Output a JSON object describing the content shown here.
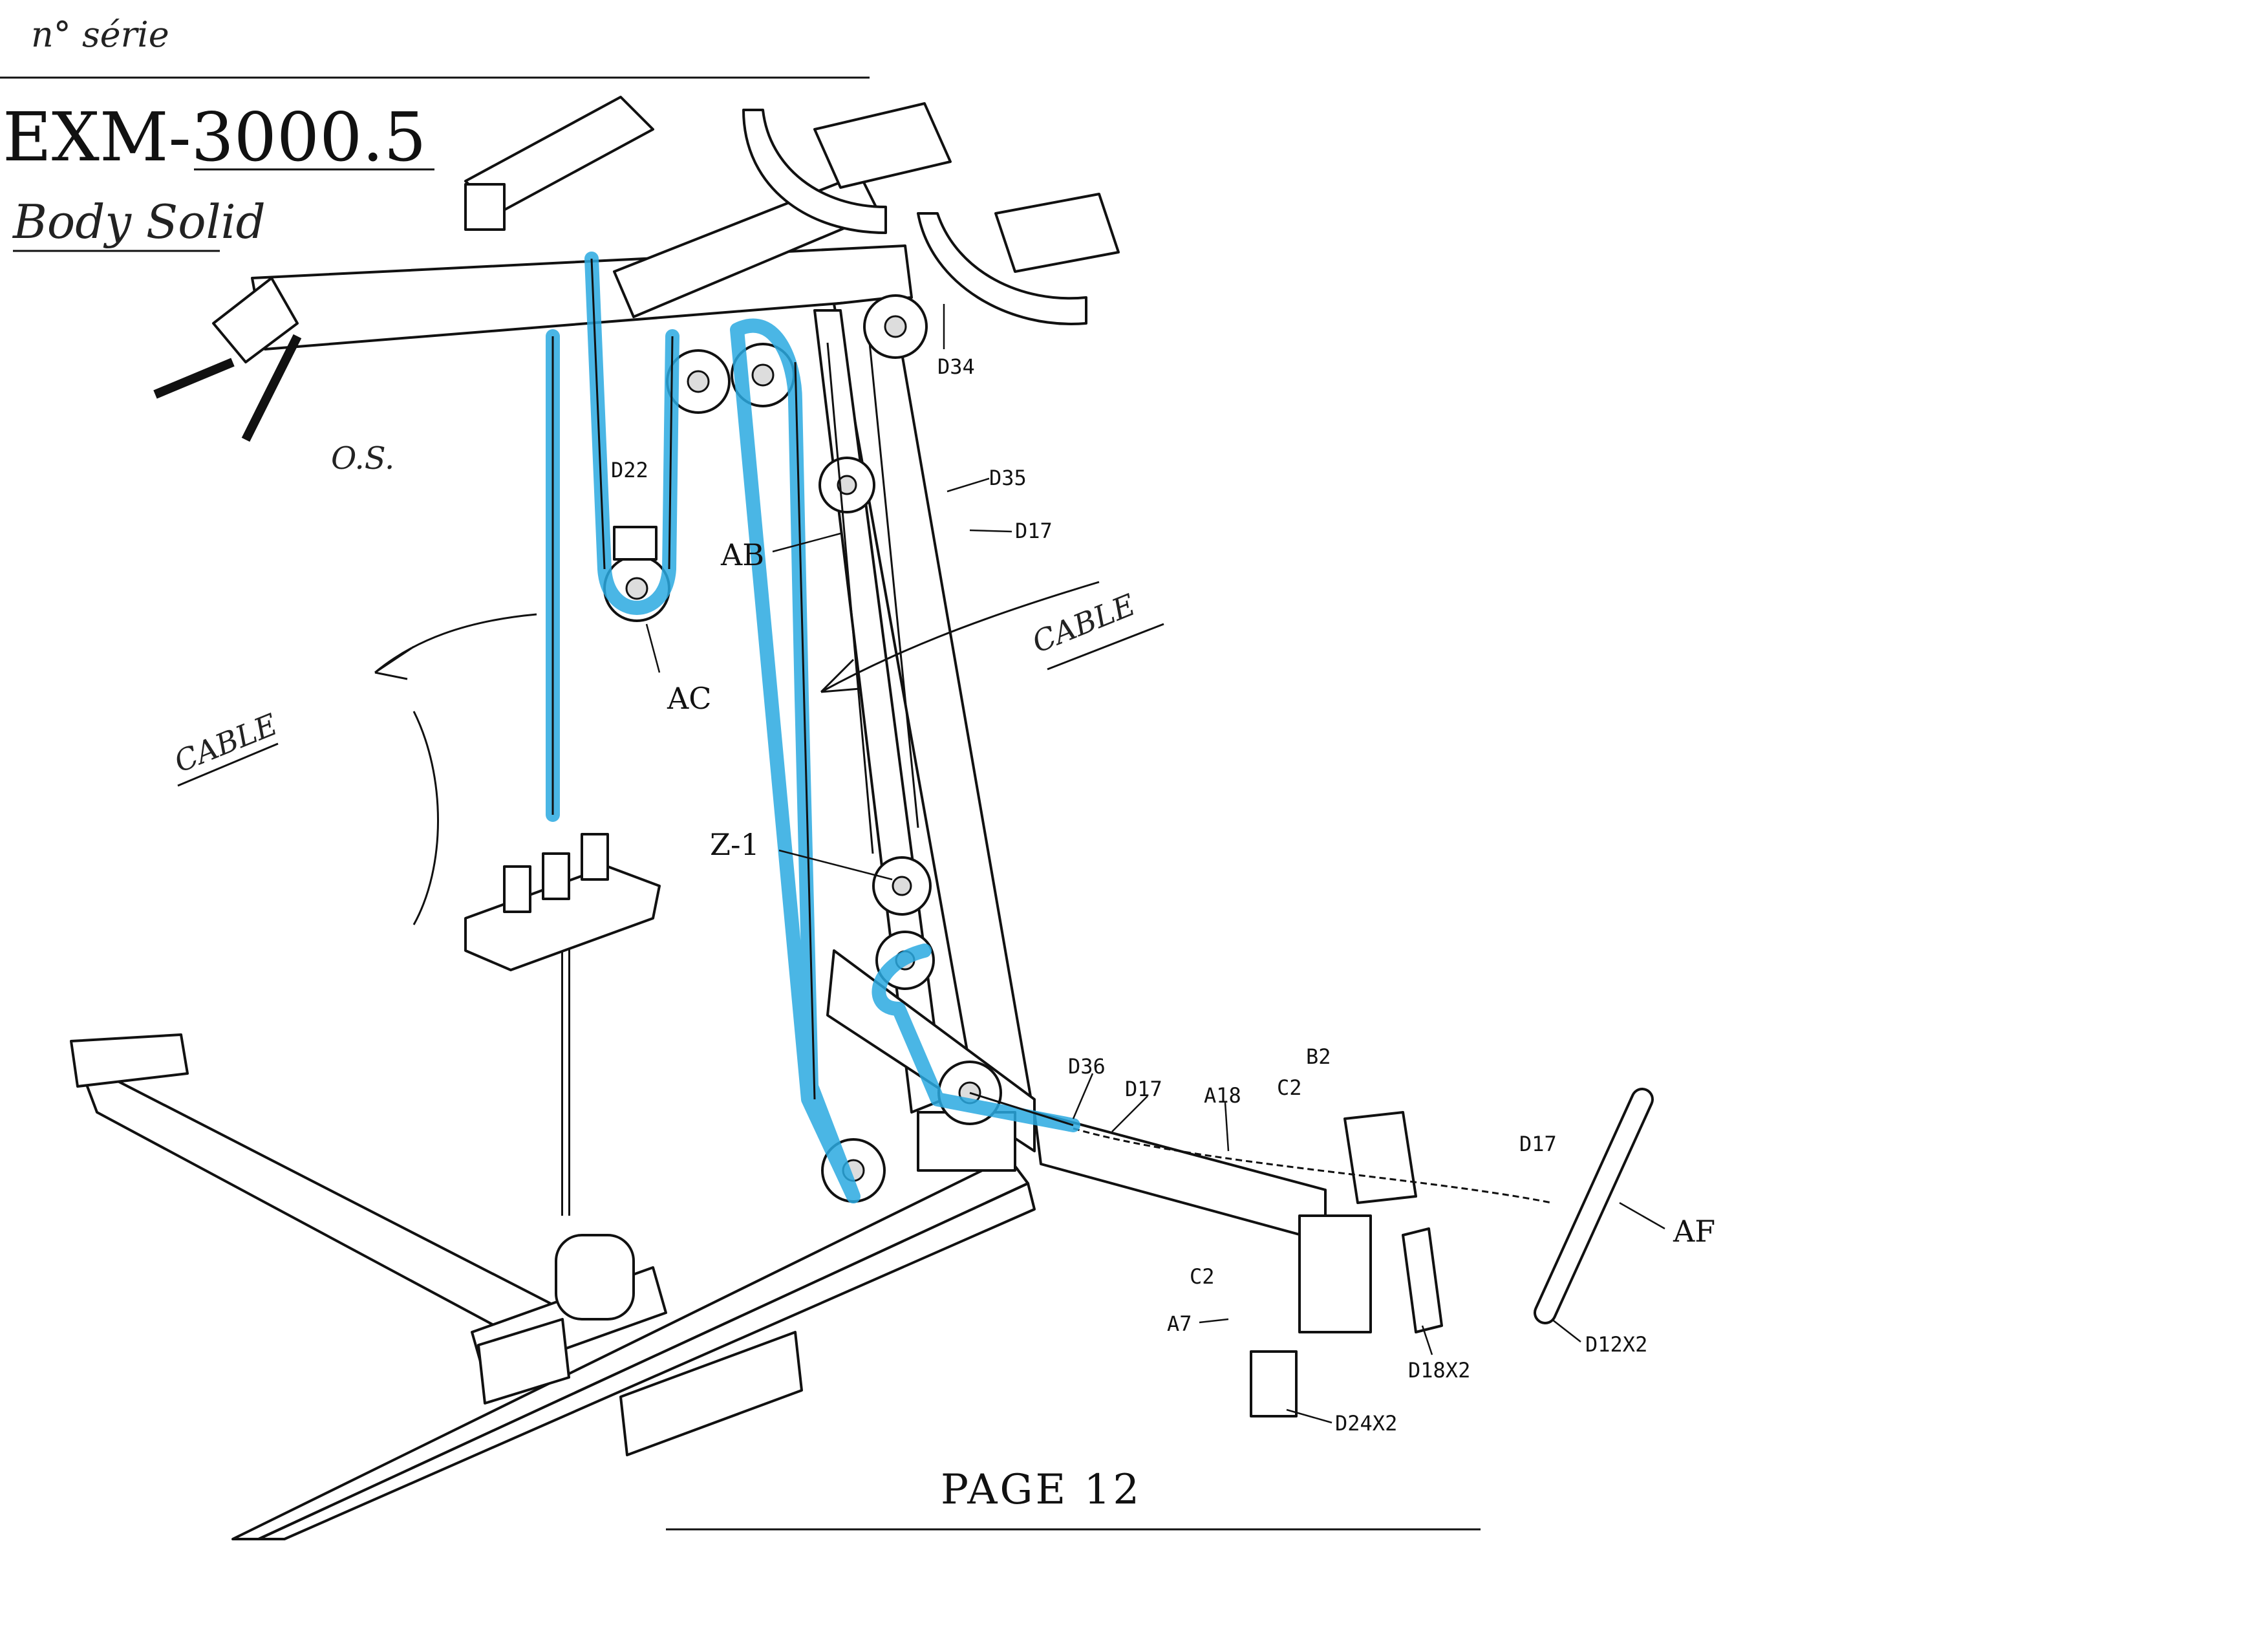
{
  "header": {
    "serial_note": "n° série",
    "model": "EXM-3000.5",
    "brand": "Body Solid"
  },
  "annotations": {
    "cable_left": "CABLE",
    "cable_right": "CABLE",
    "scribble": "O.S."
  },
  "parts": {
    "d34": "D34",
    "d35": "D35",
    "d17_top": "D17",
    "d22": "D22",
    "ab": "AB",
    "ac": "AC",
    "z1": "Z-1",
    "d36": "D36",
    "d17_mid": "D17",
    "a18": "A18",
    "b2": "B2",
    "c2_top": "C2",
    "c2_bottom": "C2",
    "a7": "A7",
    "d17_right": "D17",
    "af": "AF",
    "d18x2": "D18X2",
    "d12x2": "D12X2",
    "d24x2": "D24X2"
  },
  "footer": {
    "page": "PAGE 12"
  },
  "colors": {
    "highlight": "#2aa9e0",
    "ink": "#111111"
  }
}
